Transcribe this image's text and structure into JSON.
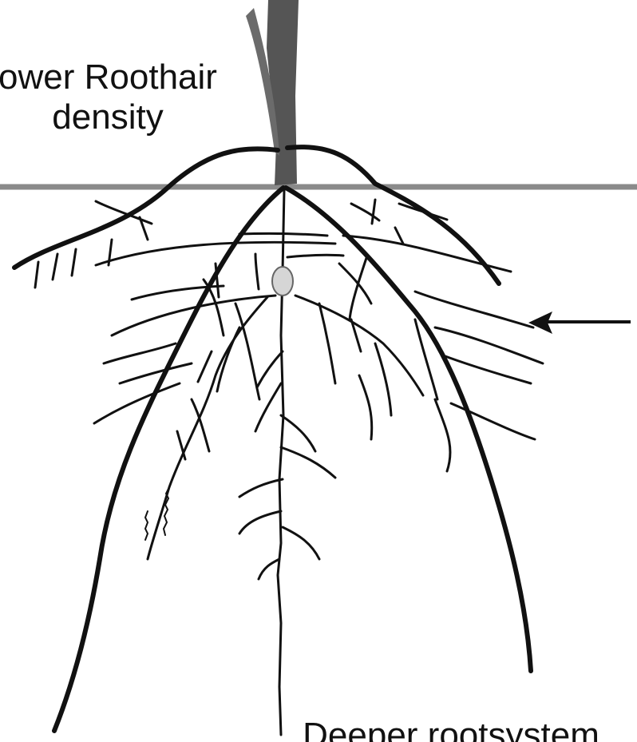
{
  "labels": {
    "top_line1": "ower Roothair",
    "top_line2": "density",
    "bottom": "Deeper rootsystem"
  },
  "colors": {
    "root": "#111111",
    "ground": "#8a8a8a",
    "stem": "#555555",
    "node": "#d6d6d6"
  },
  "icons": [
    "arrow-left-icon"
  ]
}
